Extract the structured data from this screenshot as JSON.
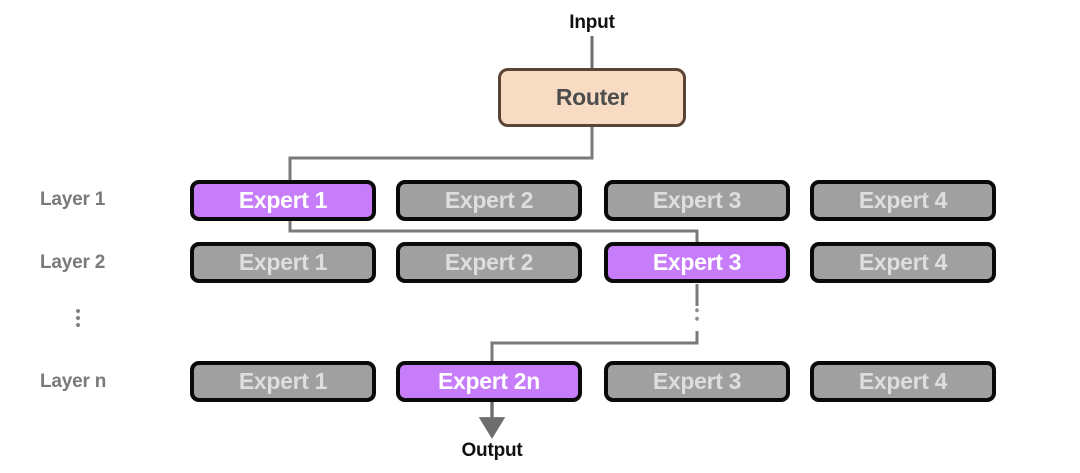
{
  "diagram": {
    "title_input": "Input",
    "title_output": "Output",
    "router_label": "Router",
    "colors": {
      "router_fill": "#f7dcc3",
      "router_border": "#5a4436",
      "router_text": "#4d4d4d",
      "expert_fill": "#a0a0a0",
      "expert_text": "#dedede",
      "expert_border": "#0a0a0a",
      "active_fill": "#c77dfa",
      "active_text": "#ffffff",
      "wire": "#7a7a7a",
      "layer_label": "#7a7a7a",
      "io_text": "#111111"
    },
    "layers": [
      {
        "label": "Layer 1",
        "experts": [
          {
            "label": "Expert 1",
            "active": true
          },
          {
            "label": "Expert 2",
            "active": false
          },
          {
            "label": "Expert 3",
            "active": false
          },
          {
            "label": "Expert 4",
            "active": false
          }
        ]
      },
      {
        "label": "Layer 2",
        "experts": [
          {
            "label": "Expert 1",
            "active": false
          },
          {
            "label": "Expert 2",
            "active": false
          },
          {
            "label": "Expert 3",
            "active": true
          },
          {
            "label": "Expert 4",
            "active": false
          }
        ]
      },
      {
        "label": "Layer n",
        "experts": [
          {
            "label": "Expert 1",
            "active": false
          },
          {
            "label": "Expert 2n",
            "active": true
          },
          {
            "label": "Expert 3",
            "active": false
          },
          {
            "label": "Expert 4",
            "active": false
          }
        ]
      }
    ],
    "ellipsis_rows": "vertical-dots",
    "routing_path": [
      "Input -> Router",
      "Router -> Layer 1 / Expert 1",
      "Layer 1 / Expert 1 -> Layer 2 / Expert 3",
      "Layer 2 / Expert 3 -> (skipped layers) -> Layer n / Expert 2n",
      "Layer n / Expert 2n -> Output"
    ]
  }
}
